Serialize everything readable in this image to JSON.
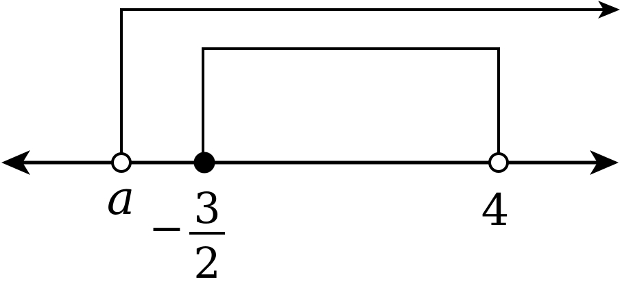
{
  "number_line": {
    "points": {
      "a": {
        "label": "a",
        "filled": false
      },
      "neg_three_halves": {
        "sign": "−",
        "numerator": "3",
        "denominator": "2",
        "filled": true
      },
      "four": {
        "label": "4",
        "filled": false
      }
    },
    "intervals": [
      {
        "from": "a",
        "to": "+∞",
        "arrow_right": true
      },
      {
        "from": "−3/2",
        "to": "4",
        "arrow_right": false
      }
    ],
    "axis_arrows": {
      "left": true,
      "right": true
    }
  },
  "colors": {
    "stroke": "#000000",
    "open_point_fill": "#ffffff",
    "closed_point_fill": "#000000"
  }
}
